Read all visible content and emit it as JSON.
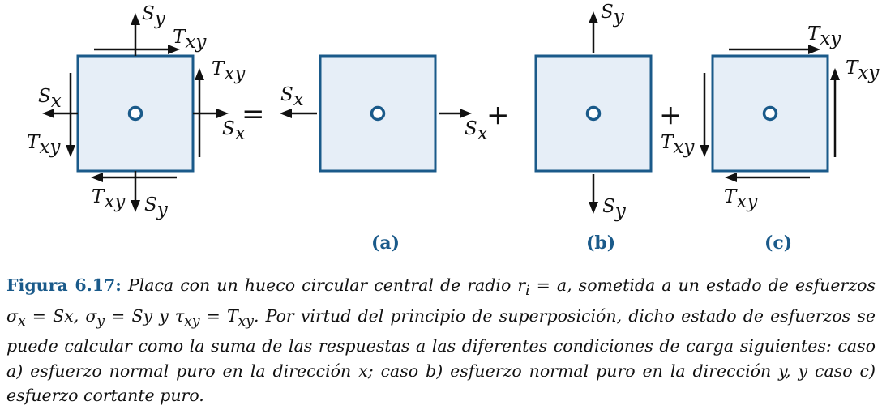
{
  "figure": {
    "stress_symbols": {
      "sx": {
        "base": "S",
        "sub": "x"
      },
      "sy": {
        "base": "S",
        "sub": "y"
      },
      "txy": {
        "base": "T",
        "sub": "xy"
      }
    },
    "operators": {
      "equals": "=",
      "plus": "+"
    },
    "case_labels": [
      "(a)",
      "(b)",
      "(c)"
    ],
    "colors": {
      "accent": "#1a5a8a",
      "plate_fill": "#e6eef7"
    }
  },
  "caption": {
    "label": "Figura 6.17:",
    "text_part1": "Placa con un hueco circular central de radio r",
    "text_part1_sub": "i",
    "text_part2": " = a, sometida a un estado de esfuerzos σ",
    "text_part2_sub": "x",
    "text_part3": " = Sx, σ",
    "text_part3_sub": "y",
    "text_part4": " = Sy y τ",
    "text_part4_sub": "xy",
    "text_part5": " = T",
    "text_part5_sub": "xy",
    "text_part6": ". Por virtud del principio de superposición, dicho estado de esfuerzos se puede calcular como la suma de las respuestas a las diferentes condiciones de carga siguientes: caso a) esfuerzo normal puro en la dirección x; caso b) esfuerzo normal puro en la dirección y, y caso c) esfuerzo cortante puro."
  }
}
